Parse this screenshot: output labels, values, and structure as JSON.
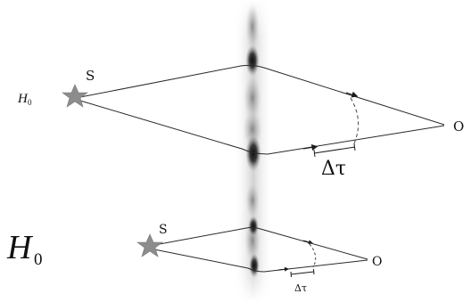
{
  "diagram": {
    "top": {
      "hubble_label": "H",
      "hubble_subscript": "0",
      "source_label": "S",
      "observer_label": "O",
      "delay_label": "Δτ"
    },
    "bottom": {
      "hubble_label": "H",
      "hubble_subscript": "0",
      "source_label": "S",
      "observer_label": "O",
      "delay_label": "Δτ"
    },
    "colors": {
      "line": "#2a2a2a",
      "star": "#8c8c8c",
      "lens_glow": "#b0b0b0",
      "lens_core": "#1a1a1a"
    }
  }
}
